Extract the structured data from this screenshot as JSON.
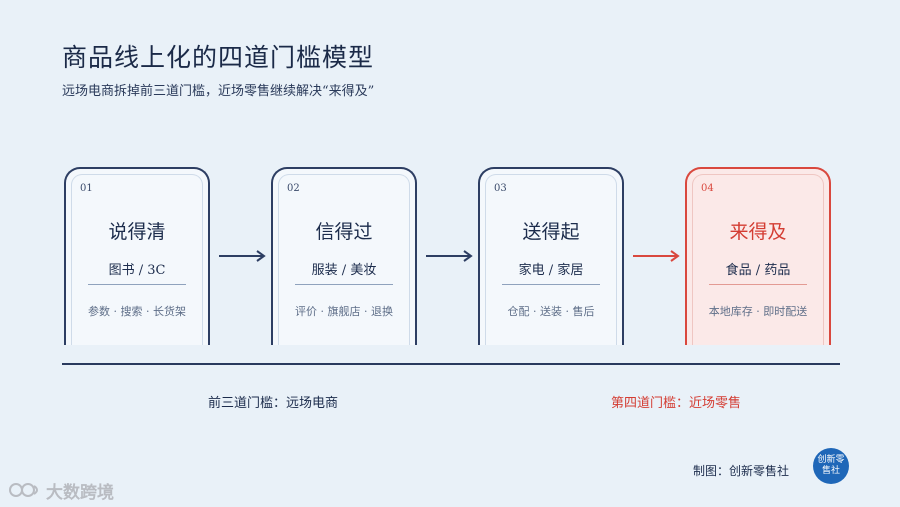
{
  "title": "商品线上化的四道门槛模型",
  "subtitle": "远场电商拆掉前三道门槛，近场零售继续解决“来得及”",
  "cards": [
    {
      "num": "01",
      "name": "说得清",
      "category": "图书 / 3C",
      "features": "参数 · 搜索 · 长货架"
    },
    {
      "num": "02",
      "name": "信得过",
      "category": "服装 / 美妆",
      "features": "评价 · 旗舰店 · 退换"
    },
    {
      "num": "03",
      "name": "送得起",
      "category": "家电 / 家居",
      "features": "仓配 · 送装 · 售后"
    },
    {
      "num": "04",
      "name": "来得及",
      "category": "食品 / 药品",
      "features": "本地库存 · 即时配送"
    }
  ],
  "labels": {
    "left": "前三道门槛：远场电商",
    "right": "第四道门槛：近场零售"
  },
  "credit": "制图：创新零售社",
  "badge_text": "创新零售社",
  "watermark": "大数跨境",
  "colors": {
    "navy": "#2d3e63",
    "accent": "#d9483e",
    "badge": "#1f67b8"
  }
}
